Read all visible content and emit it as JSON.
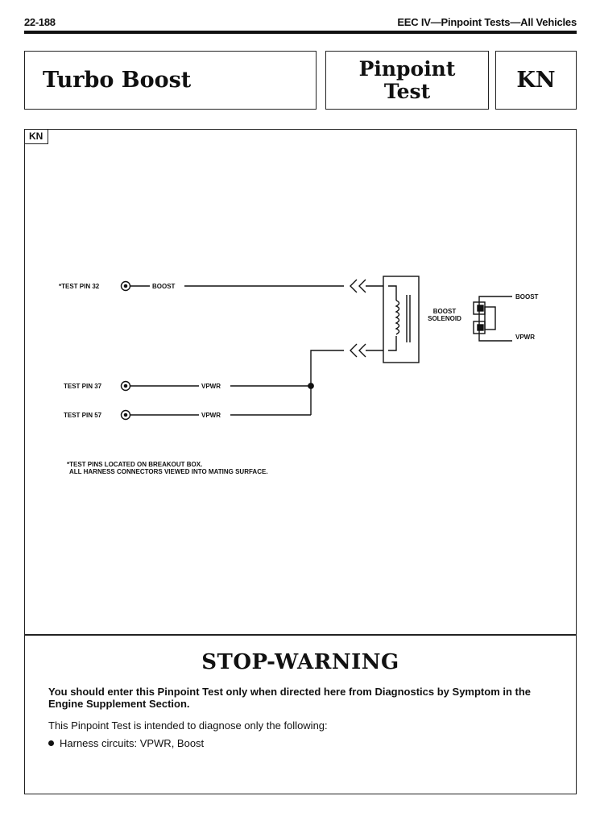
{
  "header": {
    "page_number": "22-188",
    "section_title": "EEC IV—Pinpoint Tests—All Vehicles"
  },
  "title_block": {
    "test_name": "Turbo Boost",
    "pinpoint_line1": "Pinpoint",
    "pinpoint_line2": "Test",
    "code": "KN"
  },
  "diagram": {
    "tag": "KN",
    "pins": [
      {
        "label": "*TEST PIN 32",
        "wire": "BOOST"
      },
      {
        "label": "TEST PIN 37",
        "wire": "VPWR"
      },
      {
        "label": "TEST PIN 57",
        "wire": "VPWR"
      }
    ],
    "solenoid_line1": "BOOST",
    "solenoid_line2": "SOLENOID",
    "connector_top": "BOOST",
    "connector_bottom": "VPWR",
    "note_line1": "*TEST PINS LOCATED ON BREAKOUT BOX.",
    "note_line2": "ALL HARNESS CONNECTORS VIEWED INTO MATING SURFACE."
  },
  "warning": {
    "title": "STOP-WARNING",
    "bold_text": "You should enter this Pinpoint Test only when directed here from Diagnostics by Symptom in the Engine Supplement Section.",
    "paragraph": "This Pinpoint Test is intended to diagnose only the following:",
    "bullet": "Harness circuits: VPWR, Boost"
  }
}
